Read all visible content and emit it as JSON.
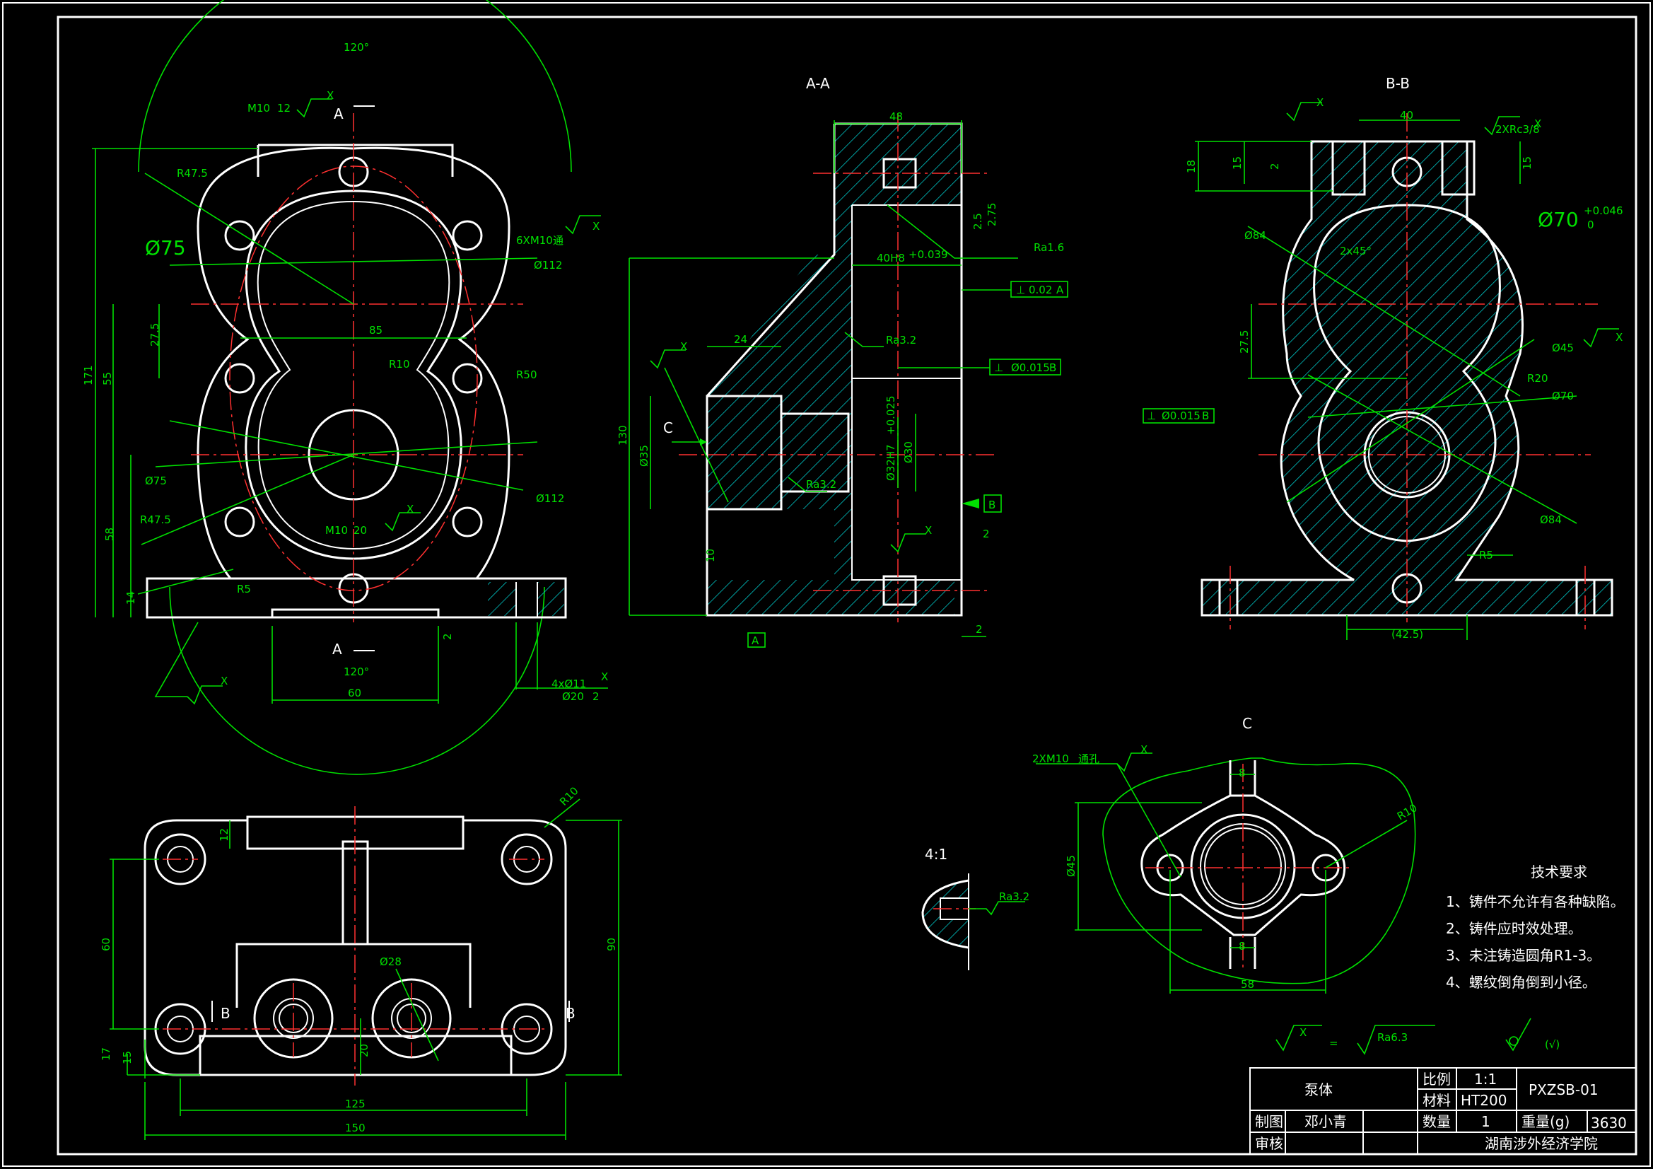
{
  "views": {
    "section_aa": "A-A",
    "section_bb": "B-B",
    "view_c": "C",
    "detail_scale": "4:1",
    "cut_a_top": "A",
    "cut_a_bottom": "A",
    "cut_b_left": "B",
    "cut_b_right": "B",
    "arrow_c": "C"
  },
  "front_view": {
    "angle_top": "120°",
    "angle_bottom": "120°",
    "thread_top": "M10",
    "thread_top_depth": "12",
    "rough_x_1": "X",
    "r475_top": "R47.5",
    "r475_bottom": "R47.5",
    "d75_big": "Ø75",
    "d75_small": "Ø75",
    "thread_6x": "6XM10",
    "thread_6x_suffix": "通",
    "rough_x_2": "X",
    "d112_top": "Ø112",
    "d112_bottom": "Ø112",
    "dim_85": "85",
    "dim_275": "27.5",
    "r10": "R10",
    "r50": "R50",
    "dim_171": "171",
    "dim_55": "55",
    "dim_58": "58",
    "dim_14": "14",
    "r5": "R5",
    "thread_bottom": "M10",
    "thread_bottom_depth": "20",
    "rough_x_3": "X",
    "rough_x_4": "X",
    "dim_60": "60",
    "dim_2": "2",
    "holes_4x": "4xØ11",
    "holes_cbore": "Ø20",
    "holes_cbore_depth": "2",
    "rough_x_5": "X"
  },
  "section_aa": {
    "dim_48": "48",
    "dim_25": "2.5",
    "dim_275v": "2.75",
    "ra16": "Ra1.6",
    "bore_40h8": "40H8",
    "bore_40h8_tol": "+0.039",
    "perp_sym": "⊥",
    "perp_val": "0.02",
    "perp_ref": "A",
    "ra32_1": "Ra3.2",
    "runout_sym": "⊥",
    "runout_val": "Ø0.015",
    "runout_ref": "B",
    "dim_24": "24",
    "rough_x": "X",
    "dim_130": "130",
    "dim_35": "Ø35",
    "dim_30": "Ø30",
    "dim_32h7": "Ø32H7",
    "dim_32h7_tol": "+0.025",
    "ra32_2": "Ra3.2",
    "datum_b": "B",
    "datum_a": "A",
    "rough_x_2": "X",
    "dim_10": "10",
    "dim_2b": "2",
    "dim_2c": "2"
  },
  "section_bb": {
    "dim_40": "40",
    "thread_2x": "2XRc3/8",
    "rough_x_1": "X",
    "rough_x_2": "X",
    "rough_x_3": "X",
    "dim_18": "18",
    "dim_15a": "15",
    "dim_2": "2",
    "dim_15b": "15",
    "d70_tol_top": "Ø70",
    "tol_plus": "+0.046",
    "tol_zero": "0",
    "d84_top": "Ø84",
    "d84_bottom": "Ø84",
    "chamfer_2x": "2x45°",
    "dim_275": "27.5",
    "d45": "Ø45",
    "r20": "R20",
    "d70": "Ø70",
    "runout_sym": "⊥",
    "runout_val": "Ø0.015",
    "runout_ref": "B",
    "r5": "R5",
    "dim_425": "(42.5)"
  },
  "bottom_view": {
    "dim_12": "12",
    "r10": "R10",
    "dim_60": "60",
    "dim_90": "90",
    "d28": "Ø28",
    "dim_17": "17",
    "dim_15": "15",
    "dim_20": "20",
    "dim_125": "125",
    "dim_150": "150"
  },
  "view_c_data": {
    "thread": "2XM10",
    "thread_suffix": "通孔",
    "rough_x": "X",
    "dim_8_top": "8",
    "dim_8_bottom": "8",
    "r10": "R10",
    "d45": "Ø45",
    "dim_58": "58"
  },
  "detail": {
    "ra32": "Ra3.2"
  },
  "requirements": {
    "title": "技术要求",
    "items": [
      "1、铸件不允许有各种缺陷。",
      "2、铸件应时效处理。",
      "3、未注铸造圆角R1-3。",
      "4、螺纹倒角倒到小径。"
    ]
  },
  "roughness_note": {
    "symbol_x": "X",
    "equals": "=",
    "value": "Ra6.3",
    "rest": "(√)"
  },
  "title_block": {
    "part_name": "泵体",
    "scale_label": "比例",
    "scale_value": "1:1",
    "material_label": "材料",
    "material_value": "HT200",
    "drawing_no": "PXZSB-01",
    "drawn_label": "制图",
    "drawn_name": "邓小青",
    "qty_label": "数量",
    "qty_value": "1",
    "weight_label": "重量(g)",
    "weight_value": "3630",
    "check_label": "审核",
    "school": "湖南涉外经济学院"
  },
  "colors": {
    "background": "#000000",
    "outline": "#ffffff",
    "dimension": "#00e000",
    "centerline": "#ff3030",
    "hatch": "#00c8c8"
  }
}
